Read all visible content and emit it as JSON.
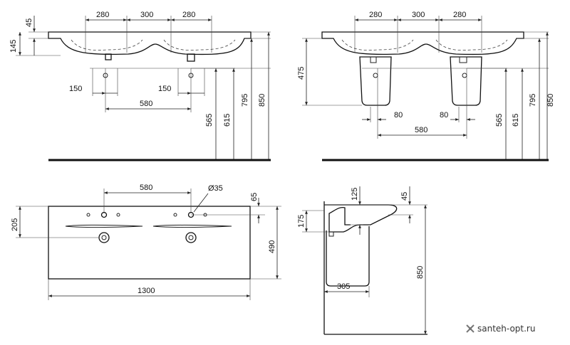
{
  "front_left": {
    "top_dims": [
      "280",
      "300",
      "280"
    ],
    "depth_dims": [
      "45",
      "145"
    ],
    "offset_left": "150",
    "offset_right": "150",
    "tap_spacing": "580",
    "heights": [
      "565",
      "615",
      "795",
      "850"
    ]
  },
  "front_right": {
    "top_dims": [
      "280",
      "300",
      "280"
    ],
    "pedestal_height": "475",
    "offset_left": "80",
    "offset_right": "80",
    "tap_spacing": "580",
    "heights": [
      "565",
      "615",
      "795",
      "850"
    ]
  },
  "plan": {
    "tap_spacing": "580",
    "hole_diameter": "Ø35",
    "edge_offset": "65",
    "depth_to_taps": "205",
    "depth": "490",
    "width": "1300"
  },
  "section": {
    "dims": [
      "125",
      "45",
      "175",
      "305",
      "850"
    ]
  },
  "watermark": "santeh-opt.ru",
  "colors": {
    "line": "#222222",
    "background": "#ffffff"
  }
}
